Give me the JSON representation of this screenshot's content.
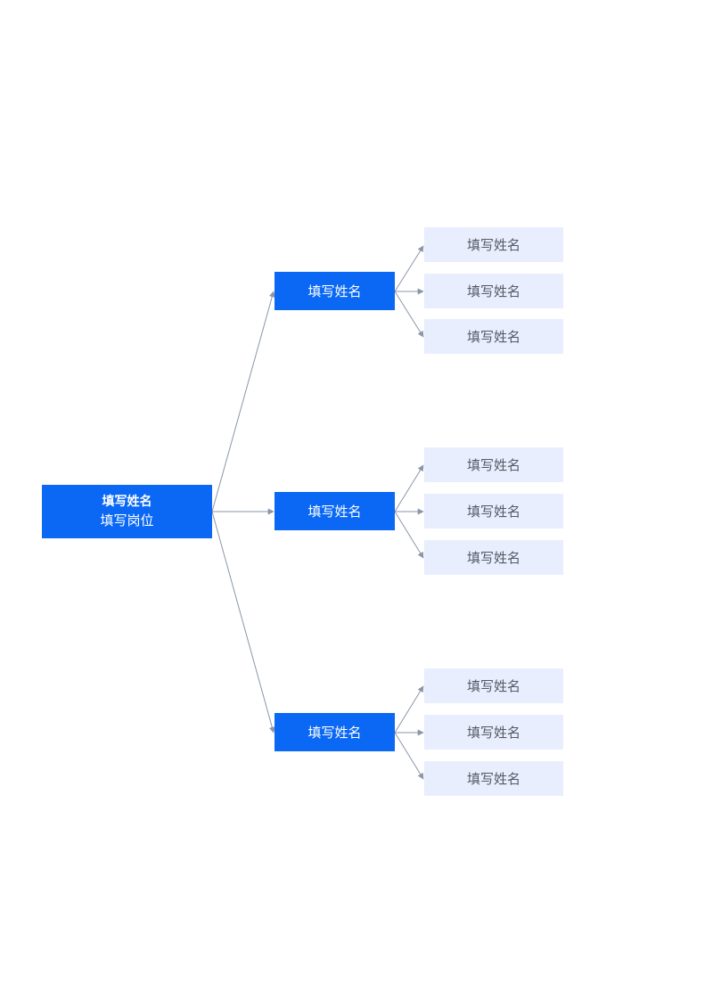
{
  "org_chart": {
    "root": {
      "name": "填写姓名",
      "title": "填写岗位"
    },
    "branches": [
      {
        "name": "填写姓名",
        "children": [
          "填写姓名",
          "填写姓名",
          "填写姓名"
        ]
      },
      {
        "name": "填写姓名",
        "children": [
          "填写姓名",
          "填写姓名",
          "填写姓名"
        ]
      },
      {
        "name": "填写姓名",
        "children": [
          "填写姓名",
          "填写姓名",
          "填写姓名"
        ]
      }
    ]
  },
  "colors": {
    "primary_node": "#0a68f5",
    "leaf_node": "#e8eefd",
    "leaf_text": "#555a66",
    "connector": "#8a96a8"
  }
}
